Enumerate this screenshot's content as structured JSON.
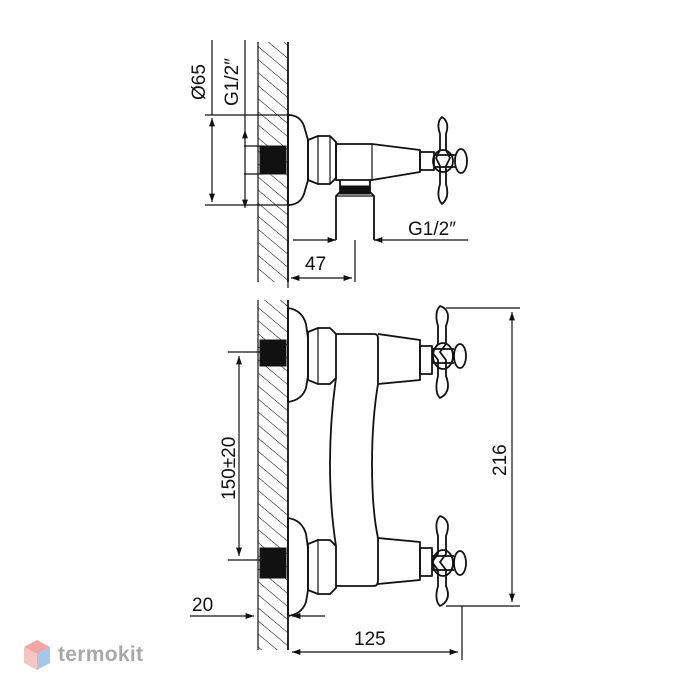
{
  "dimensions": {
    "top_diameter": "Ø65",
    "top_thread": "G1/2″",
    "outlet_thread": "G1/2″",
    "wall_offset": "47",
    "center_distance": "150±20",
    "total_height": "216",
    "thread_depth": "20",
    "projection": "125"
  },
  "brand": {
    "name": "termokit",
    "accent_colors": [
      "#f3a6a6",
      "#a7c7ea"
    ]
  }
}
